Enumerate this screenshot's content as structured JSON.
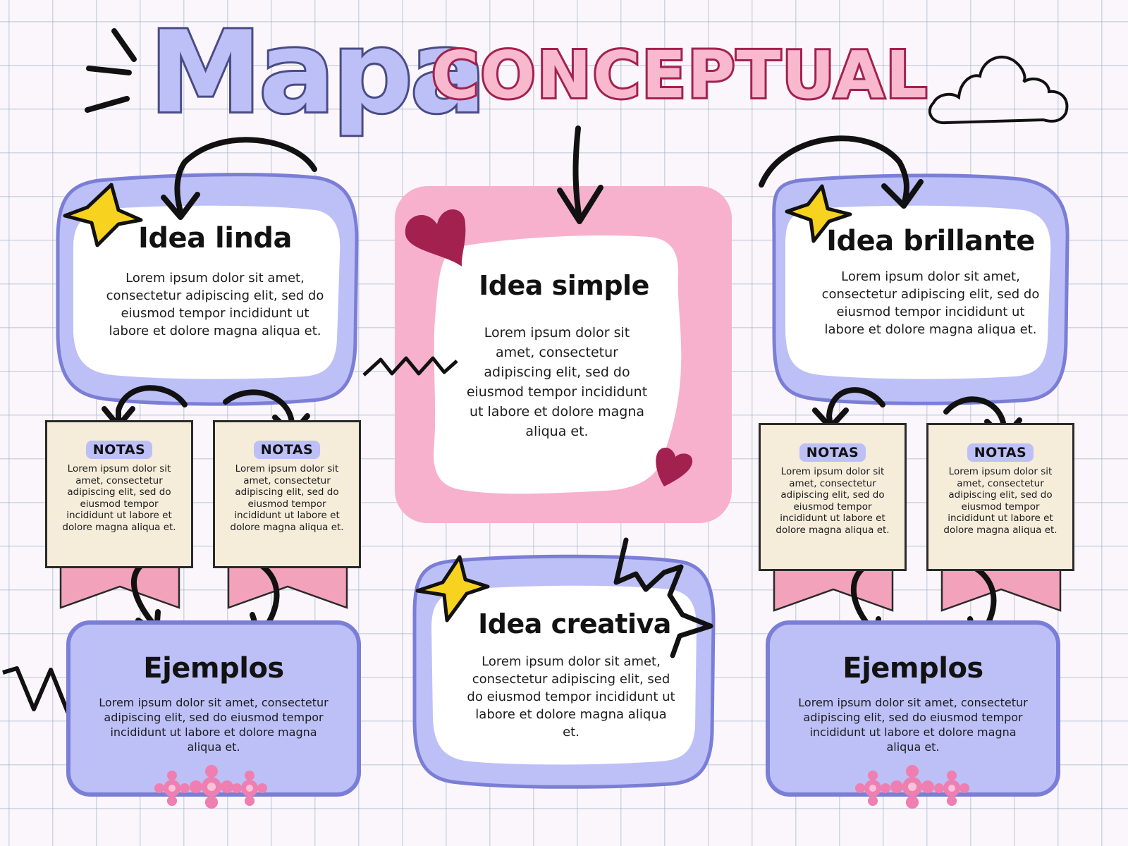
{
  "title": {
    "word1": "Mapa",
    "word2": "CONCEPTUAL"
  },
  "ideas": {
    "left": {
      "heading": "Idea linda",
      "body": "Lorem ipsum dolor sit amet, consectetur adipiscing elit, sed do eiusmod tempor incididunt ut labore et dolore magna aliqua et."
    },
    "center": {
      "heading": "Idea simple",
      "body": "Lorem ipsum dolor sit amet, consectetur adipiscing elit, sed do eiusmod tempor incididunt ut labore et dolore magna aliqua et."
    },
    "right": {
      "heading": "Idea brillante",
      "body": "Lorem ipsum dolor sit amet, consectetur adipiscing elit, sed do eiusmod tempor incididunt ut labore et dolore magna aliqua et."
    },
    "bottom": {
      "heading": "Idea creativa",
      "body": "Lorem ipsum dolor sit amet, consectetur adipiscing elit, sed do eiusmod tempor incididunt ut labore et dolore magna aliqua et."
    }
  },
  "notes": [
    {
      "label": "NOTAS",
      "body": "Lorem ipsum dolor sit amet, consectetur adipiscing elit, sed do eiusmod tempor incididunt ut labore et dolore magna aliqua et."
    },
    {
      "label": "NOTAS",
      "body": "Lorem ipsum dolor sit amet, consectetur adipiscing elit, sed do eiusmod tempor incididunt ut labore et dolore magna aliqua et."
    },
    {
      "label": "NOTAS",
      "body": "Lorem ipsum dolor sit amet, consectetur adipiscing elit, sed do eiusmod tempor incididunt ut labore et dolore magna aliqua et."
    },
    {
      "label": "NOTAS",
      "body": "Lorem ipsum dolor sit amet, consectetur adipiscing elit, sed do eiusmod tempor incididunt ut labore et dolore magna aliqua et."
    }
  ],
  "examples": {
    "left": {
      "heading": "Ejemplos",
      "body": "Lorem ipsum dolor sit amet, consectetur adipiscing elit, sed do eiusmod tempor incididunt ut labore et dolore magna aliqua et."
    },
    "right": {
      "heading": "Ejemplos",
      "body": "Lorem ipsum dolor sit amet, consectetur adipiscing elit, sed do eiusmod tempor incididunt ut labore et dolore magna aliqua et."
    }
  },
  "colors": {
    "lavender": "#bcc0f7",
    "lavender_border": "#7b7ed6",
    "pink": "#f7b1cc",
    "heart": "#a3214e",
    "star": "#f7d21e",
    "note_paper": "#f5ecda",
    "ribbon": "#f2a3bb"
  },
  "decorations": [
    "sparkle-lines",
    "cloud-icon",
    "star-icon",
    "heart-icon",
    "zigzag-squiggle",
    "flower-icon",
    "curved-arrow"
  ]
}
